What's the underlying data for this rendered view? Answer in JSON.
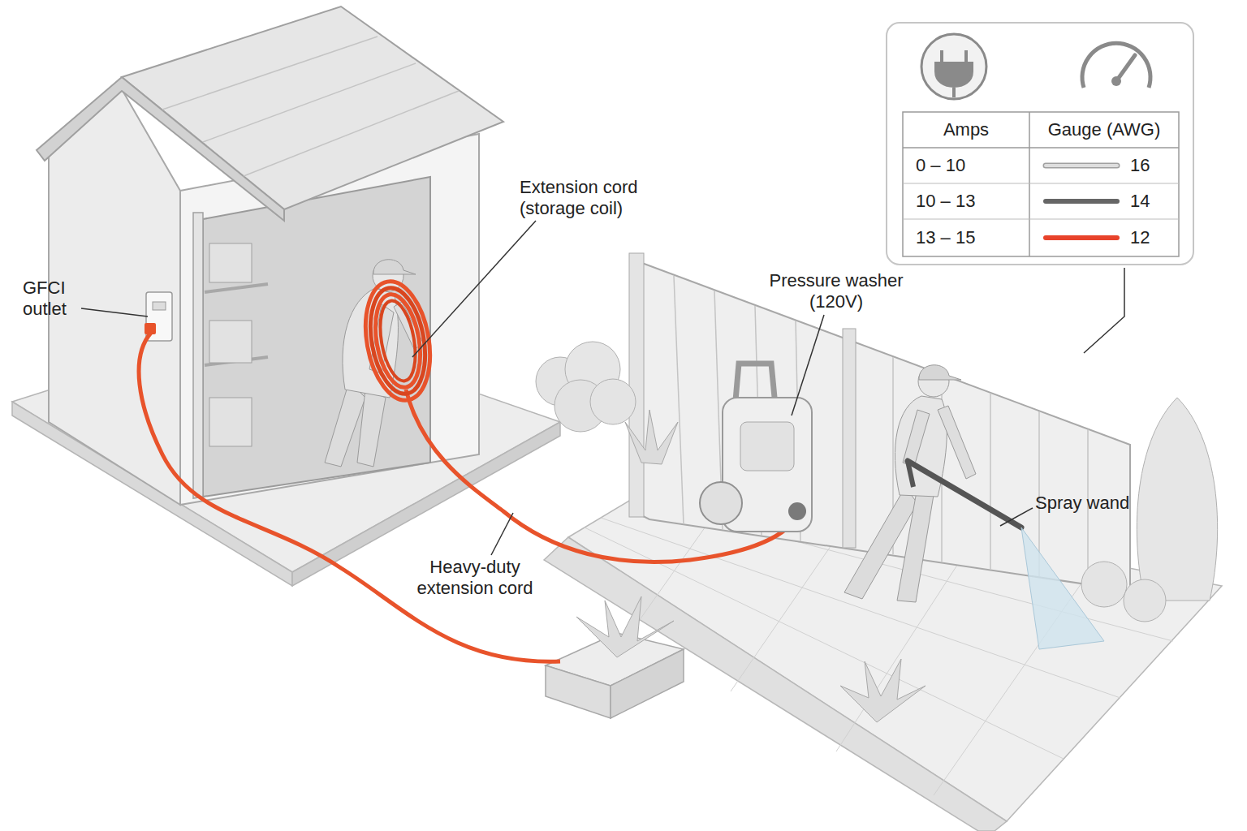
{
  "diagram": {
    "labels": [
      "GFCI outlet",
      "Extension cord (storage coil)",
      "Pressure washer (120V)",
      "Heavy-duty extension cord",
      "Spray wand",
      "Amps",
      "Gauge (AWG)",
      "0 – 10",
      "16",
      "10 – 13",
      "14",
      "13 – 15",
      "12"
    ]
  }
}
